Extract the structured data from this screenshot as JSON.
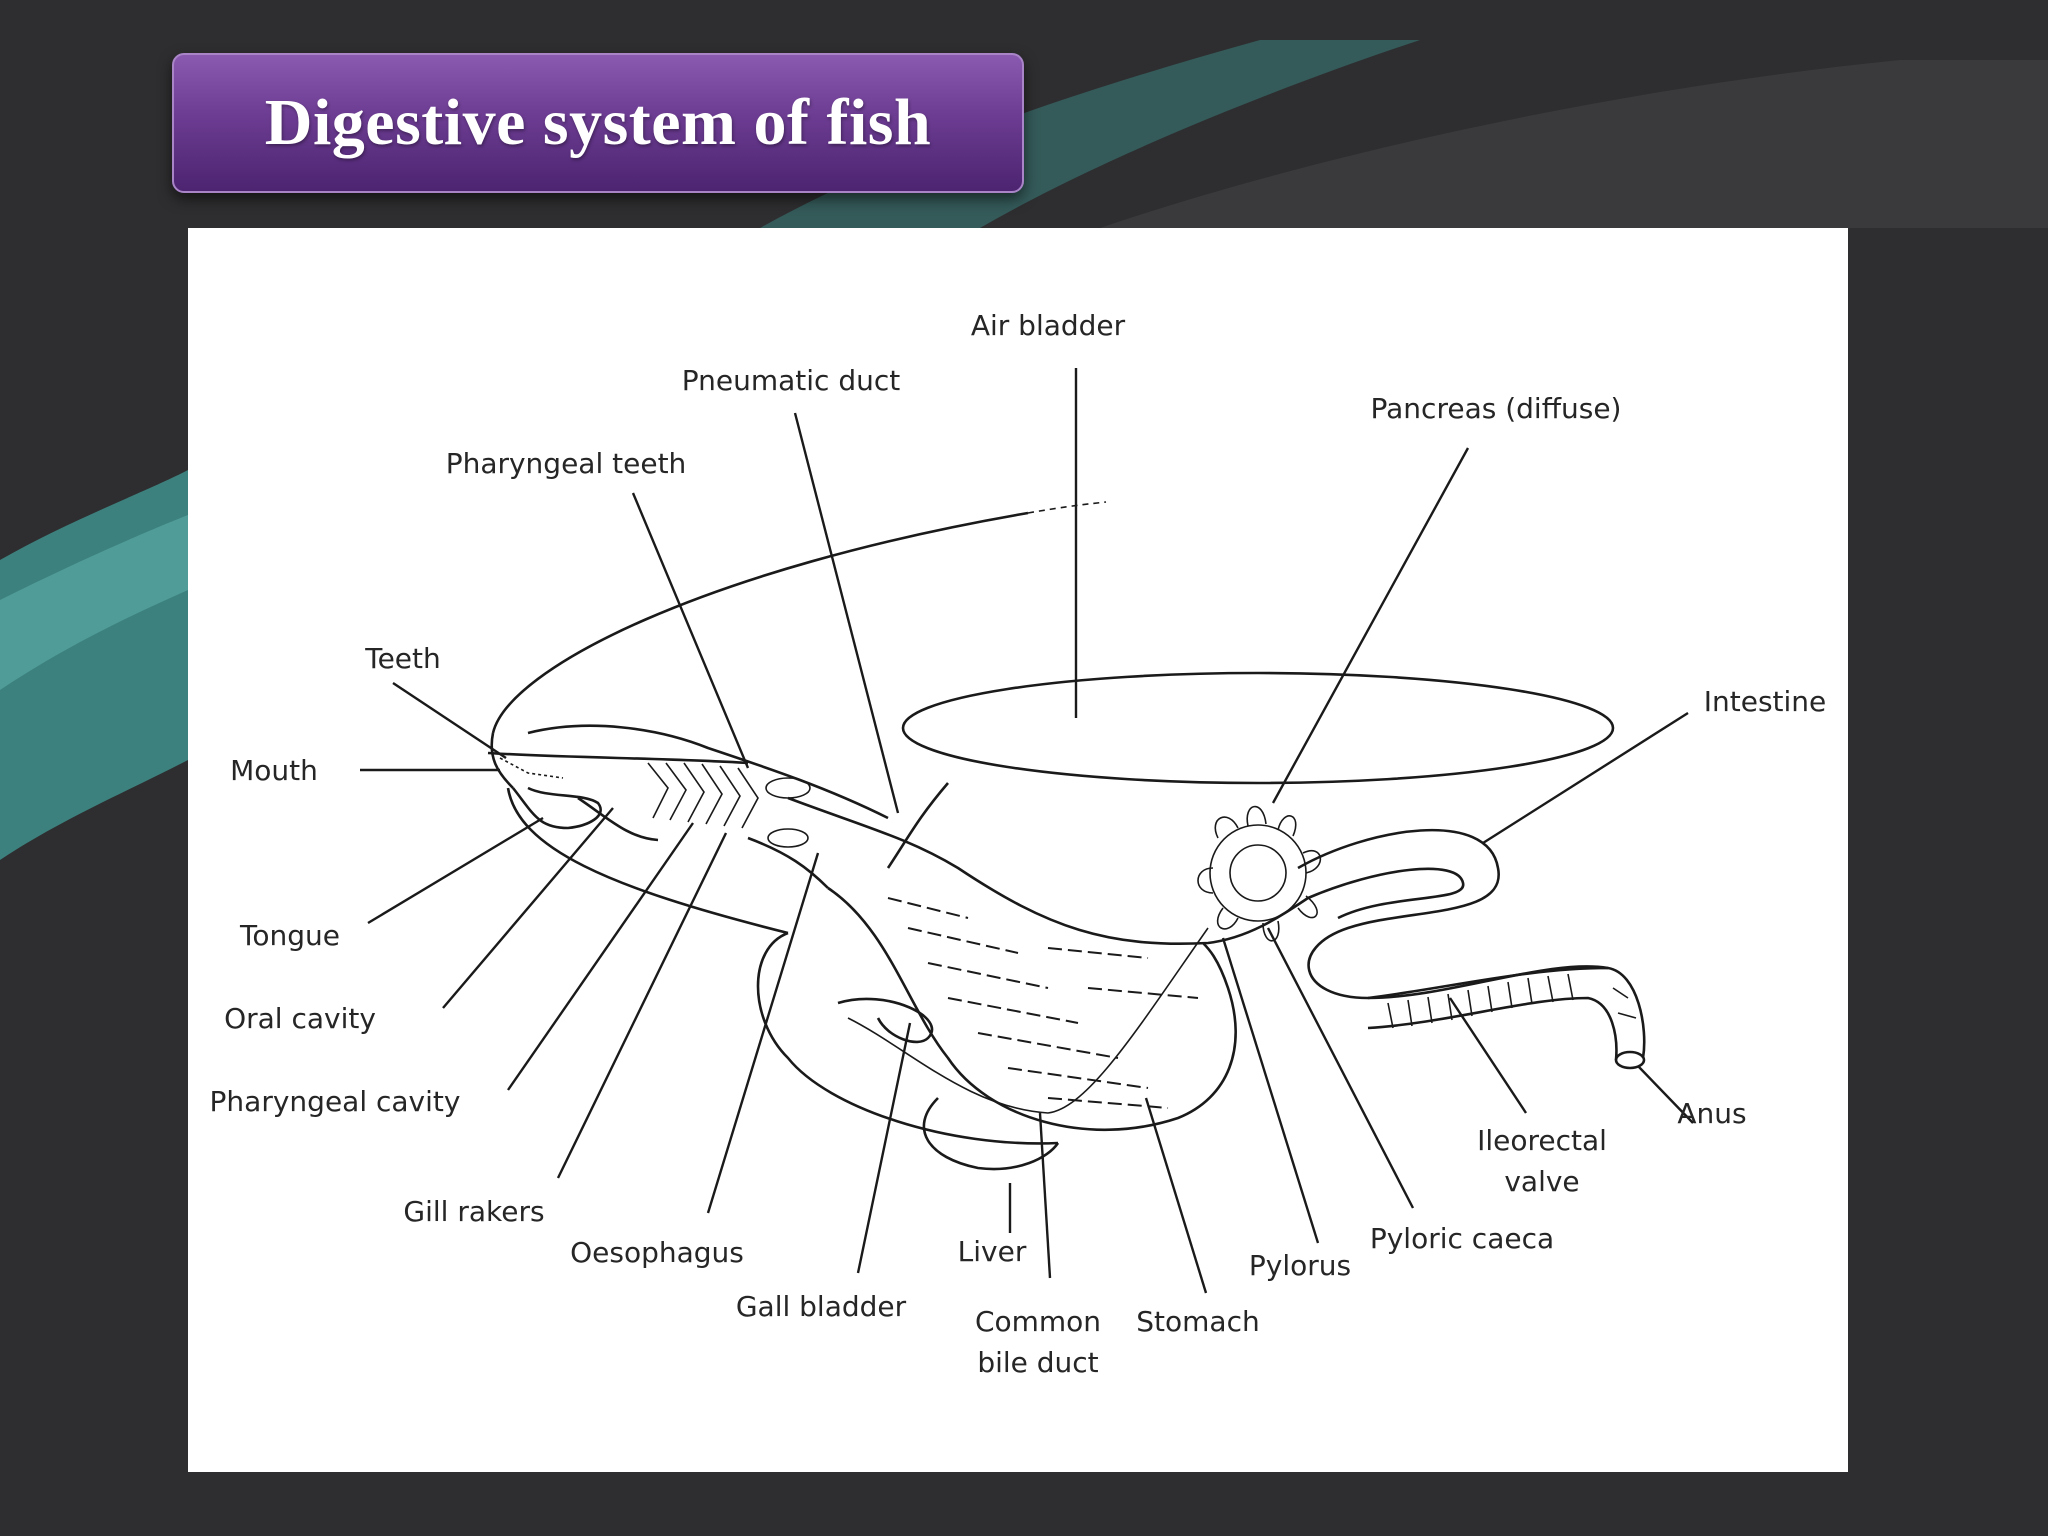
{
  "slide": {
    "title": "Digestive system of fish"
  },
  "colors": {
    "background": "#2e2e30",
    "accent_teal": "#3f8f8c",
    "banner_purple": "#6c3c92",
    "panel": "#ffffff",
    "ink": "#1a1a1a"
  },
  "diagram": {
    "labels": {
      "air_bladder": "Air bladder",
      "pneumatic_duct": "Pneumatic duct",
      "pancreas": "Pancreas (diffuse)",
      "pharyngeal_teeth": "Pharyngeal teeth",
      "teeth": "Teeth",
      "intestine": "Intestine",
      "mouth": "Mouth",
      "tongue": "Tongue",
      "oral_cavity": "Oral cavity",
      "pharyngeal_cavity": "Pharyngeal cavity",
      "gill_rakers": "Gill rakers",
      "oesophagus": "Oesophagus",
      "gall_bladder": "Gall bladder",
      "liver": "Liver",
      "common_bile_duct_line1": "Common",
      "common_bile_duct_line2": "bile duct",
      "stomach": "Stomach",
      "pylorus": "Pylorus",
      "pyloric_caeca": "Pyloric caeca",
      "ileorectal_valve_line1": "Ileorectal",
      "ileorectal_valve_line2": "valve",
      "anus": "Anus"
    }
  }
}
